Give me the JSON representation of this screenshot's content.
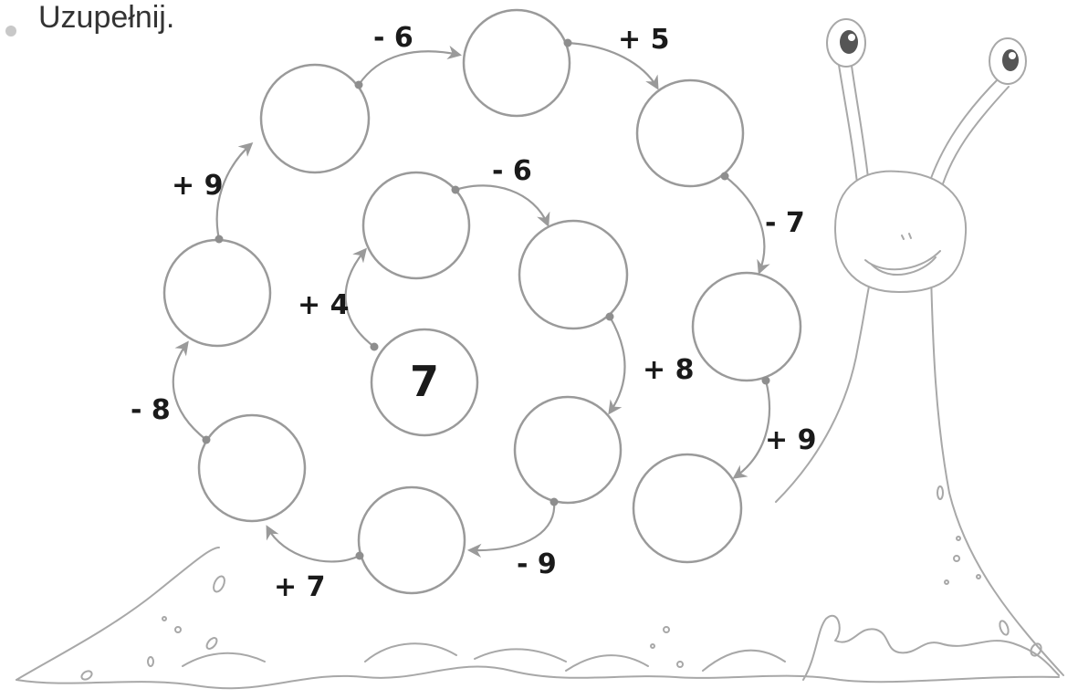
{
  "instruction": "Uzupełnij.",
  "start_value": "7",
  "steps": [
    "+ 4",
    "- 6",
    "+ 8",
    "- 9",
    "+ 7",
    "- 8",
    "+ 9",
    "- 6",
    "+ 5",
    "- 7",
    "+ 9"
  ],
  "colors": {
    "line": "#9a9a9a",
    "text": "#1a1a1a",
    "bullet": "#c8c8c8"
  }
}
